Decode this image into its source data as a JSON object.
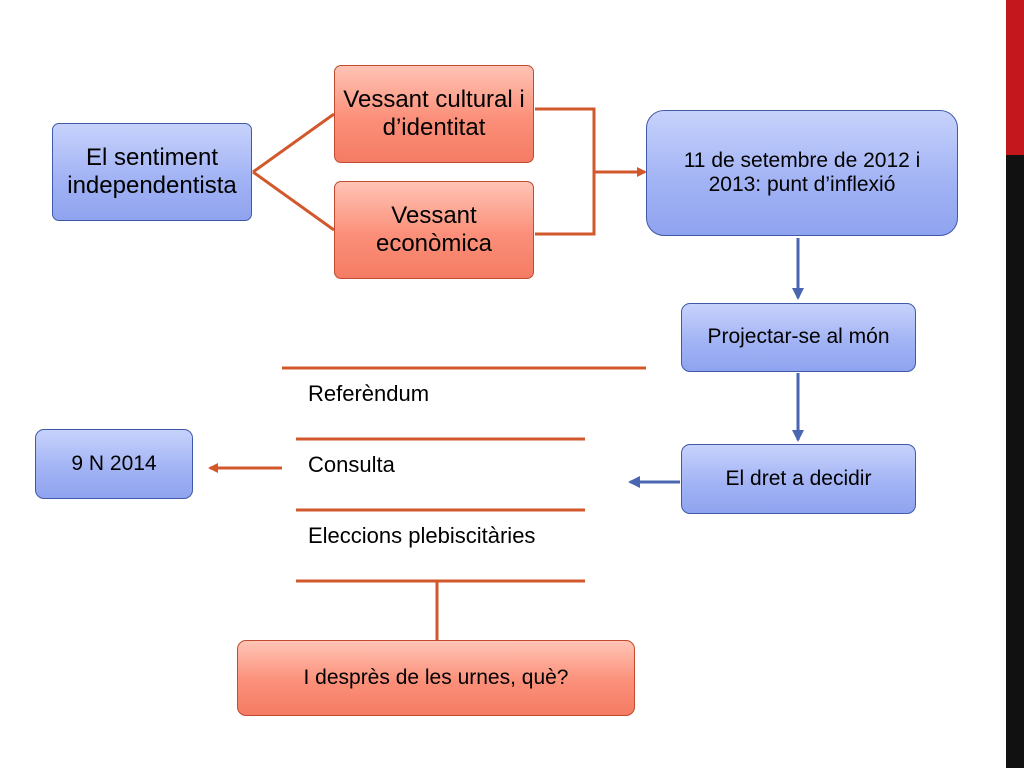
{
  "nodes": {
    "sentiment": "El sentiment independentista",
    "cultural": "Vessant cultural i d’identitat",
    "economica": "Vessant econòmica",
    "setembre": "11 de setembre de 2012 i 2013: punt d’inflexió",
    "projectar": "Projectar-se al món",
    "dret": "El dret a decidir",
    "nine_n": "9 N 2014",
    "urnes": "I desprès de les urnes, què?"
  },
  "options": [
    "Referèndum",
    "Consulta",
    "Eleccions plebiscitàries"
  ],
  "colors": {
    "blue_fill": "#a3b4f5",
    "blue_border": "#3f5aa8",
    "red_fill": "#fb8f79",
    "red_border": "#c24a2f",
    "orange_connector": "#d2572b",
    "blue_arrow": "#4a66b0",
    "edge_red": "#c4171d",
    "edge_black": "#111111"
  }
}
